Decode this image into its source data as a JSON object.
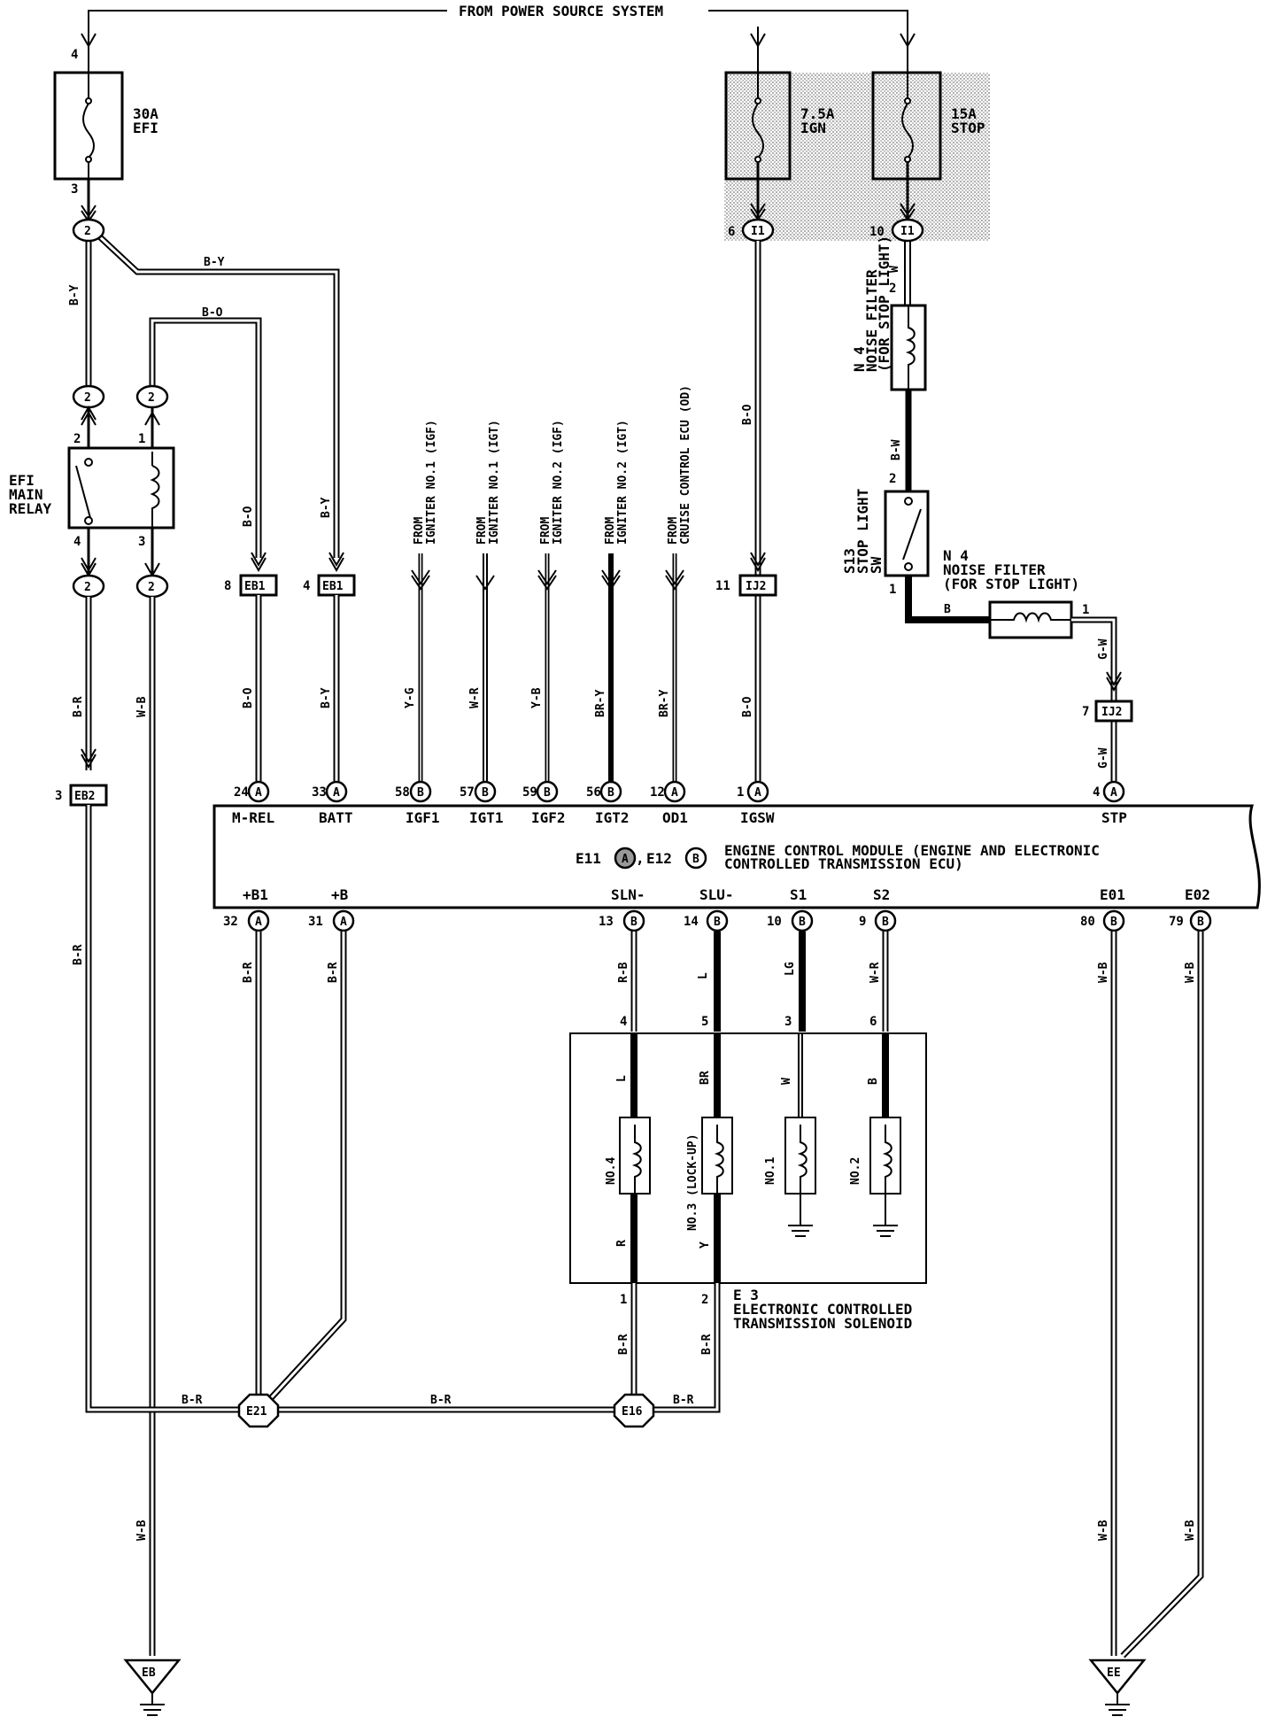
{
  "header": {
    "power_source": "FROM POWER SOURCE SYSTEM"
  },
  "fuses": {
    "efi": {
      "rating": "30A",
      "name": "EFI",
      "pin_in": "4",
      "pin_out": "3",
      "junction": "2"
    },
    "ign": {
      "rating": "7.5A",
      "name": "IGN",
      "pin": "6",
      "junction": "I1"
    },
    "stop": {
      "rating": "15A",
      "name": "STOP",
      "pin": "10",
      "junction": "I1"
    }
  },
  "relay": {
    "label": [
      "EFI",
      "MAIN",
      "RELAY"
    ],
    "pins": [
      "2",
      "1",
      "4",
      "3"
    ],
    "junction": "2"
  },
  "connectors": {
    "eb1": "EB1",
    "eb2": "EB2",
    "ij2": "IJ2",
    "eb1_pin8": "8",
    "eb1_pin4": "4",
    "eb2_pin": "3",
    "ij2_pin11": "11",
    "ij2_pin7": "7"
  },
  "ecm": {
    "title_line1": "ENGINE CONTROL MODULE (ENGINE AND ELECTRONIC",
    "title_line2": "CONTROLLED TRANSMISSION ECU)",
    "conn_a": "E11",
    "conn_a_letter": "A",
    "conn_sep": ",",
    "conn_b": "E12",
    "conn_b_letter": "B",
    "top_pins": [
      {
        "num": "24",
        "letter": "A",
        "term": "M-REL"
      },
      {
        "num": "33",
        "letter": "A",
        "term": "BATT"
      },
      {
        "num": "58",
        "letter": "B",
        "term": "IGF1"
      },
      {
        "num": "57",
        "letter": "B",
        "term": "IGT1"
      },
      {
        "num": "59",
        "letter": "B",
        "term": "IGF2"
      },
      {
        "num": "56",
        "letter": "B",
        "term": "IGT2"
      },
      {
        "num": "12",
        "letter": "A",
        "term": "OD1"
      },
      {
        "num": "1",
        "letter": "A",
        "term": "IGSW"
      },
      {
        "num": "4",
        "letter": "A",
        "term": "STP"
      }
    ],
    "bottom_pins": [
      {
        "num": "32",
        "letter": "A",
        "term": "+B1"
      },
      {
        "num": "31",
        "letter": "A",
        "term": "+B"
      },
      {
        "num": "13",
        "letter": "B",
        "term": "SLN-"
      },
      {
        "num": "14",
        "letter": "B",
        "term": "SLU-"
      },
      {
        "num": "10",
        "letter": "B",
        "term": "S1"
      },
      {
        "num": "9",
        "letter": "B",
        "term": "S2"
      },
      {
        "num": "80",
        "letter": "B",
        "term": "E01"
      },
      {
        "num": "79",
        "letter": "B",
        "term": "E02"
      }
    ]
  },
  "inputs": [
    {
      "from": "FROM",
      "src": "IGNITER NO.1 (IGF)"
    },
    {
      "from": "FROM",
      "src": "IGNITER NO.1 (IGT)"
    },
    {
      "from": "FROM",
      "src": "IGNITER NO.2 (IGF)"
    },
    {
      "from": "FROM",
      "src": "IGNITER NO.2 (IGT)"
    },
    {
      "from": "FROM",
      "src": "CRUISE CONTROL ECU (OD)"
    }
  ],
  "wires": {
    "by": "B-Y",
    "bo": "B-O",
    "br": "B-R",
    "wb": "W-B",
    "yg": "Y-G",
    "wr": "W-R",
    "yb": "Y-B",
    "bry": "BR-Y",
    "w": "W",
    "bw": "B-W",
    "b": "B",
    "gw": "G-W",
    "rb": "R-B",
    "l": "L",
    "lg": "LG",
    "r": "R",
    "y": "Y",
    "br_sol": "BR"
  },
  "noise_filter": {
    "code": "N 4",
    "name": "NOISE FILTER",
    "sub": "(FOR STOP LIGHT)",
    "pin2": "2",
    "pin1": "1"
  },
  "stop_switch": {
    "code": "S13",
    "name": "STOP LIGHT",
    "sw": "SW",
    "pin2": "2",
    "pin1": "1"
  },
  "solenoid": {
    "code": "E 3",
    "name_line1": "ELECTRONIC CONTROLLED",
    "name_line2": "TRANSMISSION SOLENOID",
    "pins_top": [
      "4",
      "5",
      "3",
      "6"
    ],
    "pins_bottom": [
      "1",
      "2"
    ],
    "coils": [
      "NO.4",
      "NO.3 (LOCK-UP)",
      "NO.1",
      "NO.2"
    ]
  },
  "splices": {
    "e21": "E21",
    "e16": "E16"
  },
  "grounds": {
    "eb": "EB",
    "ee": "EE"
  }
}
